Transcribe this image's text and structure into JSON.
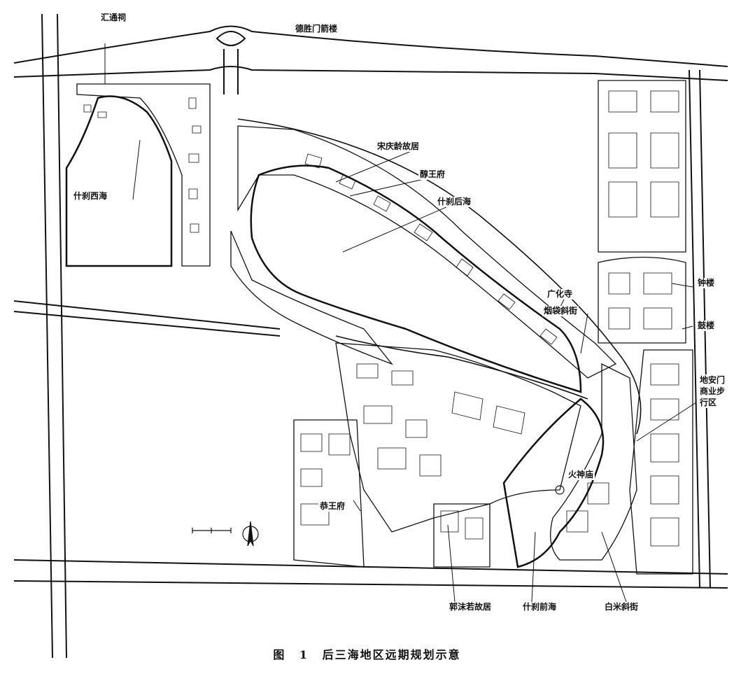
{
  "labels": {
    "huitong": "汇通祠",
    "desheng": "德胜门箭楼",
    "xihai": "什刹西海",
    "song": "宋庆龄故居",
    "chun": "醇王府",
    "houhai": "什刹后海",
    "guanghua": "广化寺",
    "yandai": "烟袋斜街",
    "zhonglou": "钟楼",
    "gulou": "鼓楼",
    "dianmen": "地安门商业步行区",
    "huoshen": "火神庙",
    "gong": "恭王府",
    "guo": "郭沫若故居",
    "qianhai": "什刹前海",
    "baimi": "白米斜街"
  },
  "caption": {
    "prefix": "图",
    "number": "1",
    "title": "后三海地区远期规划示意"
  },
  "colors": {
    "ink": "#111111",
    "paper": "#ffffff"
  }
}
